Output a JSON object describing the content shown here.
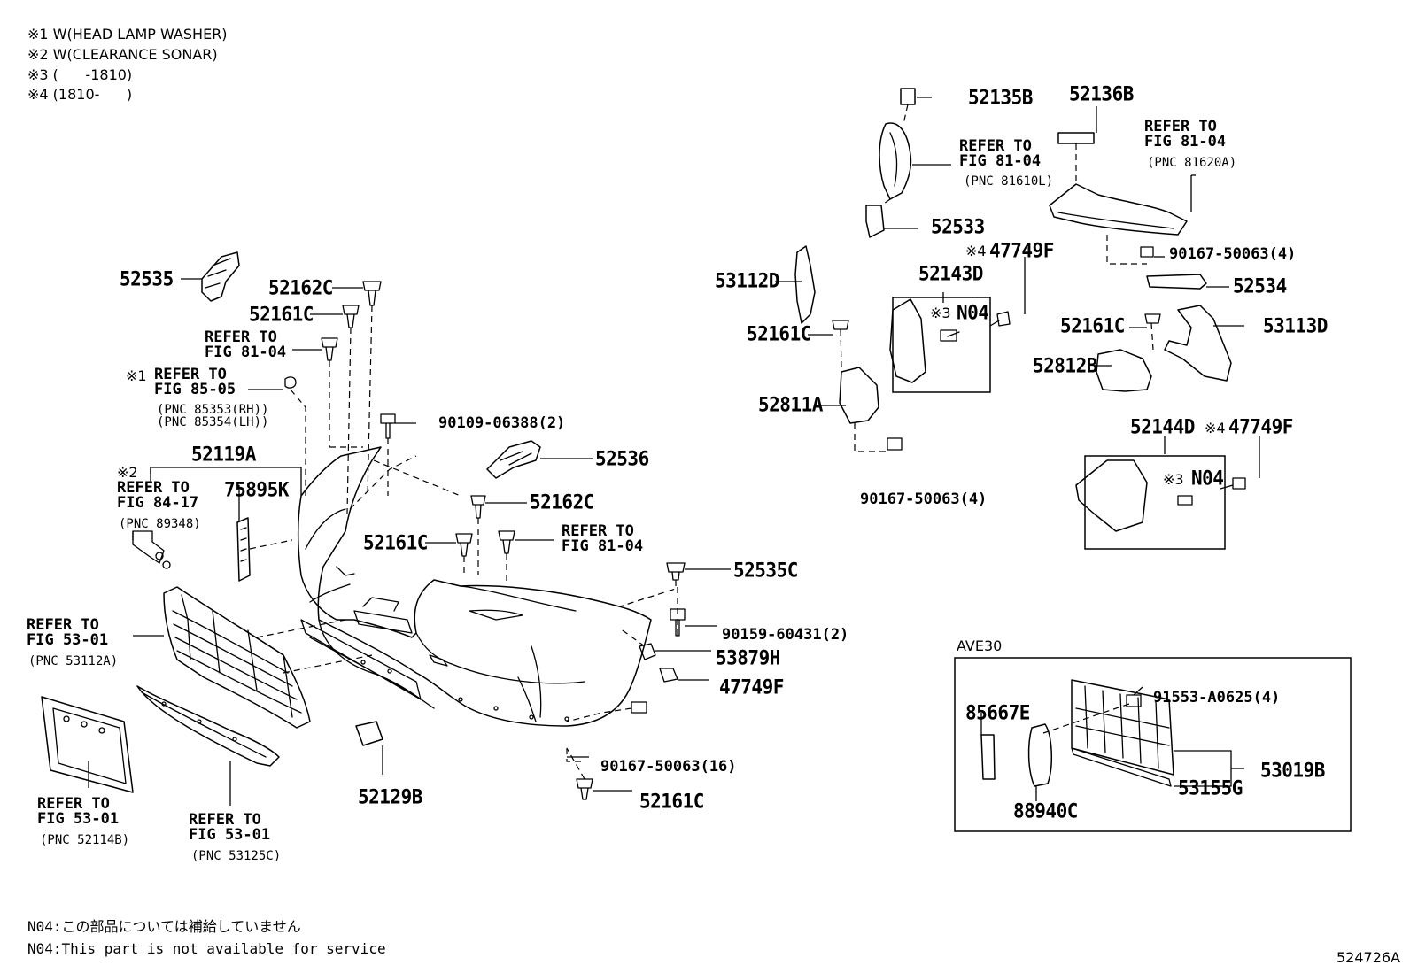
{
  "notes": [
    "※1 W(HEAD LAMP WASHER)",
    "※2 W(CLEARANCE SONAR)",
    "※3 (      -1810)",
    "※4 (1810-      )"
  ],
  "footer": {
    "jp": "N04:この部品については補給していません",
    "en": "N04:This part is not available for service",
    "figure_id": "524726A"
  },
  "inset": {
    "title": "AVE30"
  },
  "labels": {
    "p52135B": "52135B",
    "p52136B": "52136B",
    "ref8104a": "REFER TO\nFIG 81-04",
    "ref8104a_pnc": "(PNC 81610L)",
    "ref8104b": "REFER TO\nFIG 81-04",
    "ref8104b_pnc": "(PNC 81620A)",
    "p52533": "52533",
    "p47749F_a": "47749F",
    "mark4a": "※4",
    "p90167_4a": "90167-50063(4)",
    "p53112D": "53112D",
    "p52143D": "52143D",
    "mark3a": "※3",
    "n04a": "N04",
    "p52534": "52534",
    "p52161C_r": "52161C",
    "p53113D": "53113D",
    "p52161C_m": "52161C",
    "p52812B": "52812B",
    "p52811A": "52811A",
    "p52144D": "52144D",
    "mark4b": "※4",
    "p47749F_b": "47749F",
    "mark3b": "※3",
    "n04b": "N04",
    "p90167_4b": "90167-50063(4)",
    "p52535": "52535",
    "p52162C_a": "52162C",
    "p52161C_a": "52161C",
    "ref8104c": "REFER TO\nFIG 81-04",
    "mark1": "※1",
    "ref8505": "REFER TO\nFIG 85-05",
    "ref8505_pnc": "(PNC 85353(RH))\n(PNC 85354(LH))",
    "p90109": "90109-06388(2)",
    "p52119A": "52119A",
    "p52536": "52536",
    "mark2": "※2",
    "ref8417": "REFER TO\nFIG 84-17",
    "ref8417_pnc": "(PNC 89348)",
    "p75895K": "75895K",
    "p52162C_b": "52162C",
    "p52161C_b": "52161C",
    "ref8104d": "REFER TO\nFIG 81-04",
    "p52535C": "52535C",
    "ref5301a": "REFER TO\nFIG 53-01",
    "ref5301a_pnc": "(PNC 53112A)",
    "p90159": "90159-60431(2)",
    "p53879H": "53879H",
    "p47749F_c": "47749F",
    "p90167_16": "90167-50063(16)",
    "p52129B": "52129B",
    "p52161C_c": "52161C",
    "ref5301b": "REFER TO\nFIG 53-01",
    "ref5301b_pnc": "(PNC 52114B)",
    "ref5301c": "REFER TO\nFIG 53-01",
    "ref5301c_pnc": "(PNC 53125C)",
    "p85667E": "85667E",
    "p91553": "91553-A0625(4)",
    "p53019B": "53019B",
    "p88940C": "88940C",
    "p53155G": "53155G"
  }
}
